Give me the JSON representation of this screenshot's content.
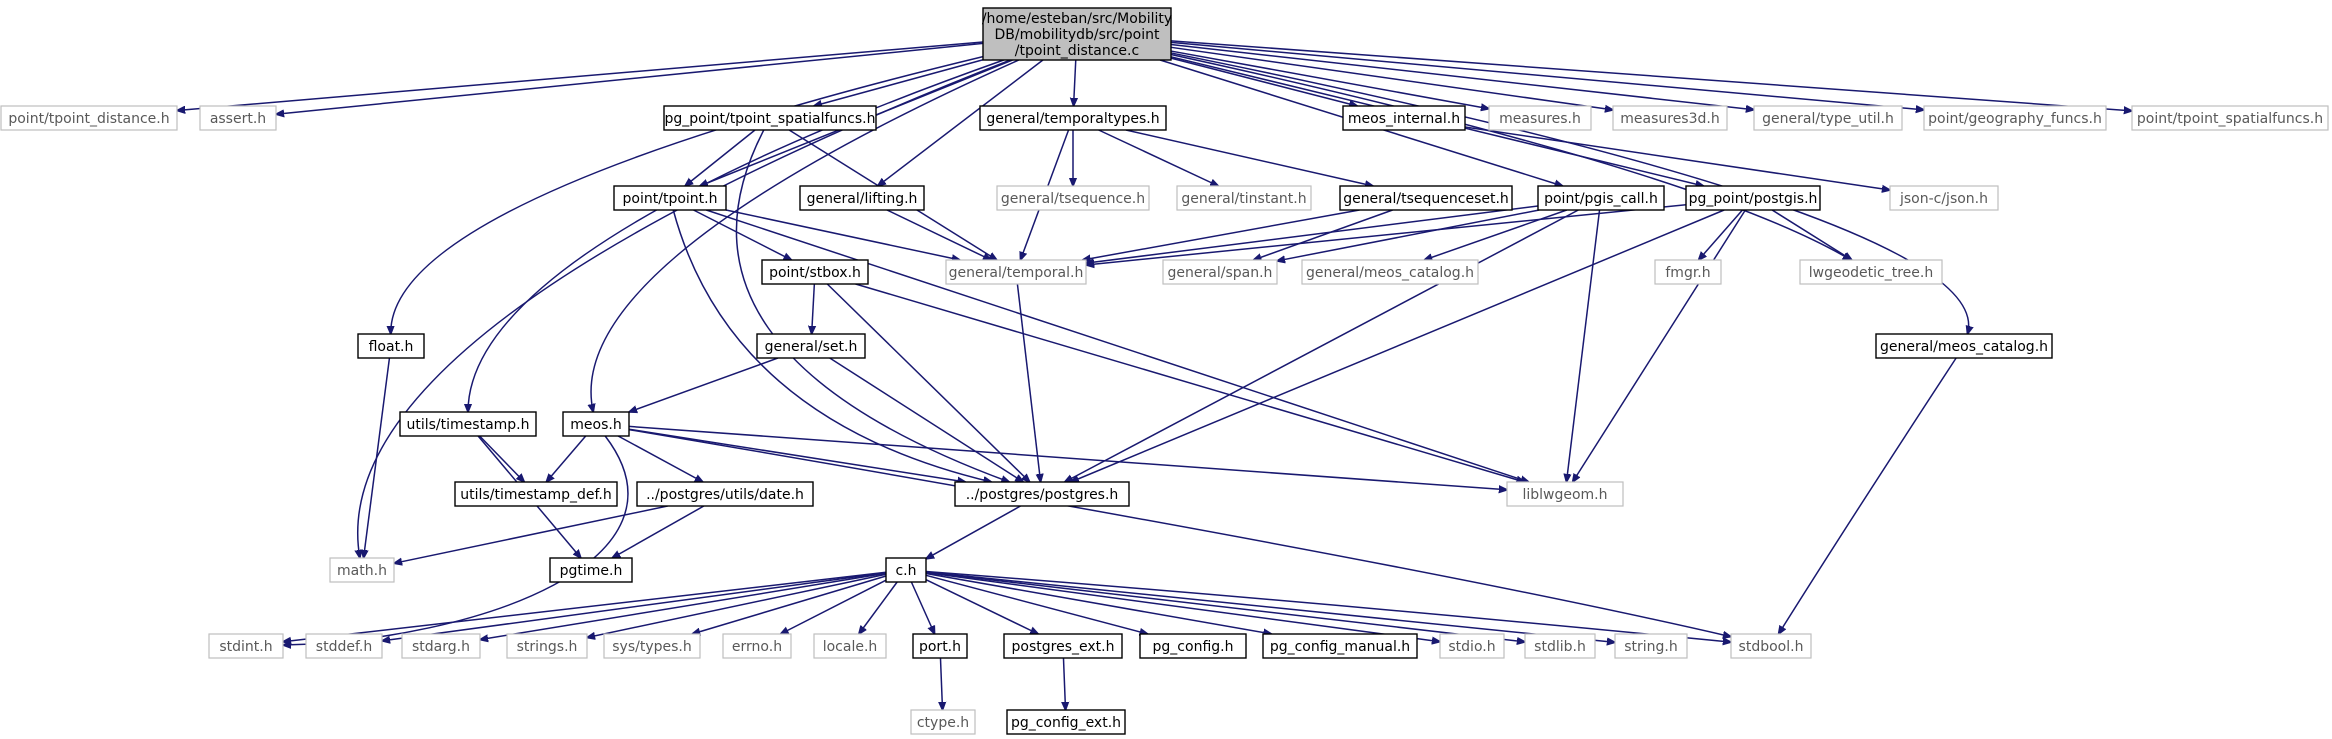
{
  "diagram": {
    "root": {
      "id": "root",
      "label_lines": [
        "/home/esteban/src/Mobility",
        "DB/mobilitydb/src/point",
        "/tpoint_distance.c"
      ],
      "kind": "root"
    },
    "nodes": [
      {
        "id": "tpoint_distance_h",
        "label": "point/tpoint_distance.h",
        "kind": "faint"
      },
      {
        "id": "assert_h",
        "label": "assert.h",
        "kind": "faint"
      },
      {
        "id": "pg_tpoint_spatialfuncs_h",
        "label": "pg_point/tpoint_spatialfuncs.h",
        "kind": "solid"
      },
      {
        "id": "temporaltypes_h",
        "label": "general/temporaltypes.h",
        "kind": "solid"
      },
      {
        "id": "meos_internal_h",
        "label": "meos_internal.h",
        "kind": "solid"
      },
      {
        "id": "measures_h",
        "label": "measures.h",
        "kind": "faint"
      },
      {
        "id": "measures3d_h",
        "label": "measures3d.h",
        "kind": "faint"
      },
      {
        "id": "type_util_h",
        "label": "general/type_util.h",
        "kind": "faint"
      },
      {
        "id": "geography_funcs_h",
        "label": "point/geography_funcs.h",
        "kind": "faint"
      },
      {
        "id": "point_tpoint_spatialfuncs_h",
        "label": "point/tpoint_spatialfuncs.h",
        "kind": "faint"
      },
      {
        "id": "tpoint_h",
        "label": "point/tpoint.h",
        "kind": "solid"
      },
      {
        "id": "lifting_h",
        "label": "general/lifting.h",
        "kind": "solid"
      },
      {
        "id": "tsequence_h",
        "label": "general/tsequence.h",
        "kind": "faint"
      },
      {
        "id": "tinstant_h",
        "label": "general/tinstant.h",
        "kind": "faint"
      },
      {
        "id": "tsequenceset_h",
        "label": "general/tsequenceset.h",
        "kind": "solid"
      },
      {
        "id": "pgis_call_h",
        "label": "point/pgis_call.h",
        "kind": "solid"
      },
      {
        "id": "postgis_h",
        "label": "pg_point/postgis.h",
        "kind": "solid"
      },
      {
        "id": "jsonc_h",
        "label": "json-c/json.h",
        "kind": "faint"
      },
      {
        "id": "temporal_h",
        "label": "general/temporal.h",
        "kind": "faint"
      },
      {
        "id": "stbox_h",
        "label": "point/stbox.h",
        "kind": "solid"
      },
      {
        "id": "span_h",
        "label": "general/span.h",
        "kind": "faint"
      },
      {
        "id": "meos_catalog_faint_h",
        "label": "general/meos_catalog.h",
        "kind": "faint"
      },
      {
        "id": "fmgr_h",
        "label": "fmgr.h",
        "kind": "faint"
      },
      {
        "id": "lwgeodetic_tree_h",
        "label": "lwgeodetic_tree.h",
        "kind": "faint"
      },
      {
        "id": "float_h",
        "label": "float.h",
        "kind": "solid"
      },
      {
        "id": "set_h",
        "label": "general/set.h",
        "kind": "solid"
      },
      {
        "id": "meos_catalog_h",
        "label": "general/meos_catalog.h",
        "kind": "solid"
      },
      {
        "id": "utils_timestamp_h",
        "label": "utils/timestamp.h",
        "kind": "solid"
      },
      {
        "id": "meos_h",
        "label": "meos.h",
        "kind": "solid"
      },
      {
        "id": "timestamp_def_h",
        "label": "utils/timestamp_def.h",
        "kind": "solid"
      },
      {
        "id": "date_h",
        "label": "../postgres/utils/date.h",
        "kind": "solid"
      },
      {
        "id": "postgres_h",
        "label": "../postgres/postgres.h",
        "kind": "solid"
      },
      {
        "id": "liblwgeom_h",
        "label": "liblwgeom.h",
        "kind": "faint"
      },
      {
        "id": "math_h",
        "label": "math.h",
        "kind": "faint"
      },
      {
        "id": "pgtime_h",
        "label": "pgtime.h",
        "kind": "solid"
      },
      {
        "id": "c_h",
        "label": "c.h",
        "kind": "solid"
      },
      {
        "id": "stdint_h",
        "label": "stdint.h",
        "kind": "faint"
      },
      {
        "id": "stddef_h",
        "label": "stddef.h",
        "kind": "faint"
      },
      {
        "id": "stdarg_h",
        "label": "stdarg.h",
        "kind": "faint"
      },
      {
        "id": "strings_h",
        "label": "strings.h",
        "kind": "faint"
      },
      {
        "id": "sys_types_h",
        "label": "sys/types.h",
        "kind": "faint"
      },
      {
        "id": "errno_h",
        "label": "errno.h",
        "kind": "faint"
      },
      {
        "id": "locale_h",
        "label": "locale.h",
        "kind": "faint"
      },
      {
        "id": "port_h",
        "label": "port.h",
        "kind": "solid"
      },
      {
        "id": "postgres_ext_h",
        "label": "postgres_ext.h",
        "kind": "solid"
      },
      {
        "id": "pg_config_h",
        "label": "pg_config.h",
        "kind": "solid"
      },
      {
        "id": "pg_config_manual_h",
        "label": "pg_config_manual.h",
        "kind": "solid"
      },
      {
        "id": "stdio_h",
        "label": "stdio.h",
        "kind": "faint"
      },
      {
        "id": "stdlib_h",
        "label": "stdlib.h",
        "kind": "faint"
      },
      {
        "id": "string_h",
        "label": "string.h",
        "kind": "faint"
      },
      {
        "id": "stdbool_h",
        "label": "stdbool.h",
        "kind": "faint"
      },
      {
        "id": "ctype_h",
        "label": "ctype.h",
        "kind": "faint"
      },
      {
        "id": "pg_config_ext_h",
        "label": "pg_config_ext.h",
        "kind": "solid"
      }
    ],
    "edges": [
      [
        "root",
        "tpoint_distance_h"
      ],
      [
        "root",
        "assert_h"
      ],
      [
        "root",
        "pg_tpoint_spatialfuncs_h"
      ],
      [
        "root",
        "temporaltypes_h"
      ],
      [
        "root",
        "meos_internal_h"
      ],
      [
        "root",
        "measures_h"
      ],
      [
        "root",
        "measures3d_h"
      ],
      [
        "root",
        "type_util_h"
      ],
      [
        "root",
        "geography_funcs_h"
      ],
      [
        "root",
        "point_tpoint_spatialfuncs_h"
      ],
      [
        "root",
        "tpoint_h"
      ],
      [
        "root",
        "lifting_h"
      ],
      [
        "root",
        "pgis_call_h"
      ],
      [
        "root",
        "postgis_h"
      ],
      [
        "root",
        "float_h"
      ],
      [
        "root",
        "utils_timestamp_h"
      ],
      [
        "root",
        "meos_h"
      ],
      [
        "root",
        "math_h"
      ],
      [
        "root",
        "lwgeodetic_tree_h"
      ],
      [
        "root",
        "meos_catalog_h"
      ],
      [
        "pg_tpoint_spatialfuncs_h",
        "tpoint_h"
      ],
      [
        "pg_tpoint_spatialfuncs_h",
        "temporal_h"
      ],
      [
        "pg_tpoint_spatialfuncs_h",
        "postgres_h"
      ],
      [
        "temporaltypes_h",
        "tsequence_h"
      ],
      [
        "temporaltypes_h",
        "tinstant_h"
      ],
      [
        "temporaltypes_h",
        "tsequenceset_h"
      ],
      [
        "temporaltypes_h",
        "temporal_h"
      ],
      [
        "meos_internal_h",
        "jsonc_h"
      ],
      [
        "tpoint_h",
        "temporal_h"
      ],
      [
        "tpoint_h",
        "stbox_h"
      ],
      [
        "tpoint_h",
        "liblwgeom_h"
      ],
      [
        "tpoint_h",
        "postgres_h"
      ],
      [
        "lifting_h",
        "temporal_h"
      ],
      [
        "tsequenceset_h",
        "temporal_h"
      ],
      [
        "tsequenceset_h",
        "span_h"
      ],
      [
        "pgis_call_h",
        "temporal_h"
      ],
      [
        "pgis_call_h",
        "span_h"
      ],
      [
        "pgis_call_h",
        "meos_catalog_faint_h"
      ],
      [
        "pgis_call_h",
        "liblwgeom_h"
      ],
      [
        "pgis_call_h",
        "postgres_h"
      ],
      [
        "postgis_h",
        "temporal_h"
      ],
      [
        "postgis_h",
        "fmgr_h"
      ],
      [
        "postgis_h",
        "lwgeodetic_tree_h"
      ],
      [
        "postgis_h",
        "liblwgeom_h"
      ],
      [
        "postgis_h",
        "postgres_h"
      ],
      [
        "temporal_h",
        "postgres_h"
      ],
      [
        "stbox_h",
        "set_h"
      ],
      [
        "stbox_h",
        "postgres_h"
      ],
      [
        "stbox_h",
        "liblwgeom_h"
      ],
      [
        "set_h",
        "meos_h"
      ],
      [
        "set_h",
        "postgres_h"
      ],
      [
        "meos_catalog_h",
        "stdbool_h"
      ],
      [
        "float_h",
        "math_h"
      ],
      [
        "utils_timestamp_h",
        "timestamp_def_h"
      ],
      [
        "utils_timestamp_h",
        "pgtime_h"
      ],
      [
        "meos_h",
        "timestamp_def_h"
      ],
      [
        "meos_h",
        "date_h"
      ],
      [
        "meos_h",
        "postgres_h"
      ],
      [
        "meos_h",
        "liblwgeom_h"
      ],
      [
        "meos_h",
        "stdint_h"
      ],
      [
        "meos_h",
        "stdbool_h"
      ],
      [
        "date_h",
        "math_h"
      ],
      [
        "date_h",
        "pgtime_h"
      ],
      [
        "postgres_h",
        "c_h"
      ],
      [
        "c_h",
        "stdint_h"
      ],
      [
        "c_h",
        "stddef_h"
      ],
      [
        "c_h",
        "stdarg_h"
      ],
      [
        "c_h",
        "strings_h"
      ],
      [
        "c_h",
        "sys_types_h"
      ],
      [
        "c_h",
        "errno_h"
      ],
      [
        "c_h",
        "locale_h"
      ],
      [
        "c_h",
        "port_h"
      ],
      [
        "c_h",
        "postgres_ext_h"
      ],
      [
        "c_h",
        "pg_config_h"
      ],
      [
        "c_h",
        "pg_config_manual_h"
      ],
      [
        "c_h",
        "stdio_h"
      ],
      [
        "c_h",
        "stdlib_h"
      ],
      [
        "c_h",
        "string_h"
      ],
      [
        "c_h",
        "stdbool_h"
      ],
      [
        "port_h",
        "ctype_h"
      ],
      [
        "postgres_ext_h",
        "pg_config_ext_h"
      ]
    ]
  }
}
